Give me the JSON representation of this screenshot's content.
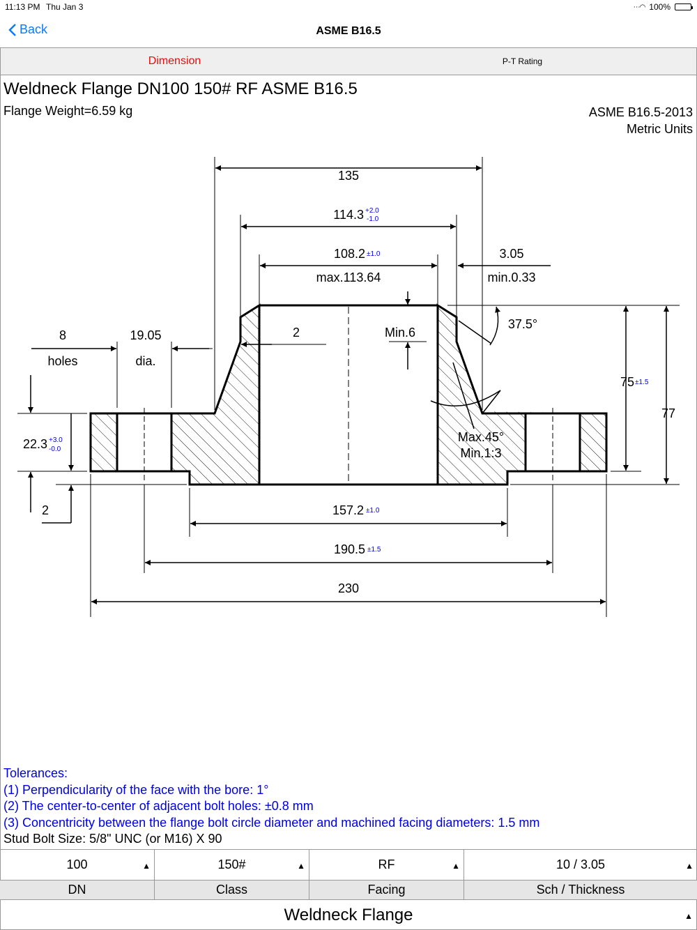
{
  "status": {
    "time": "11:13 PM",
    "date": "Thu Jan 3",
    "battery": "100%"
  },
  "nav": {
    "back_label": "Back",
    "title": "ASME B16.5"
  },
  "tabs": [
    {
      "label": "Dimension",
      "active": true
    },
    {
      "label": "P-T Rating",
      "active": false
    }
  ],
  "header": {
    "title": "Weldneck Flange DN100 150# RF ASME B16.5",
    "weight": "Flange Weight=6.59 kg",
    "standard": "ASME B16.5-2013",
    "units": "Metric Units"
  },
  "drawing": {
    "od": "135",
    "hub_base": "114.3",
    "hub_base_tol_plus": "+2.0",
    "hub_base_tol_minus": "-1.0",
    "bore": "108.2",
    "bore_tol": "±1.0",
    "bore_max": "max.113.64",
    "wall": "3.05",
    "wall_min": "min.0.33",
    "bevel_angle": "37.5°",
    "holes_count": "8",
    "holes_label": "holes",
    "hole_dia": "19.05",
    "hole_dia_label": "dia.",
    "land": "2",
    "min6": "Min.6",
    "thickness": "22.3",
    "thickness_tol_plus": "+3.0",
    "thickness_tol_minus": "-0.0",
    "raised_face_height": "2",
    "length": "75",
    "length_tol": "±1.5",
    "length_total": "77",
    "taper1": "Max.45°",
    "taper2": "Min.1:3",
    "raised_face": "157.2",
    "raised_face_tol": "±1.0",
    "bolt_circle": "190.5",
    "bolt_circle_tol": "±1.5",
    "flange_od": "230"
  },
  "tolerances": [
    "Tolerances:",
    "(1) Perpendicularity of the face with the bore: 1°",
    "(2) The center-to-center of adjacent bolt holes: ±0.8 mm",
    "(3) Concentricity between the flange bolt circle diameter and machined facing diameters: 1.5 mm"
  ],
  "stud_bolt": "Stud Bolt Size: 5/8\" UNC (or M16) X 90",
  "selectors": [
    {
      "value": "100",
      "label": "DN"
    },
    {
      "value": "150#",
      "label": "Class"
    },
    {
      "value": "RF",
      "label": "Facing"
    },
    {
      "value": "10 / 3.05",
      "label": "Sch / Thickness"
    }
  ],
  "flange_type": "Weldneck Flange",
  "colors": {
    "accent": "#0a7aff",
    "active_tab": "#e01010",
    "tolerance": "#0000e0"
  }
}
